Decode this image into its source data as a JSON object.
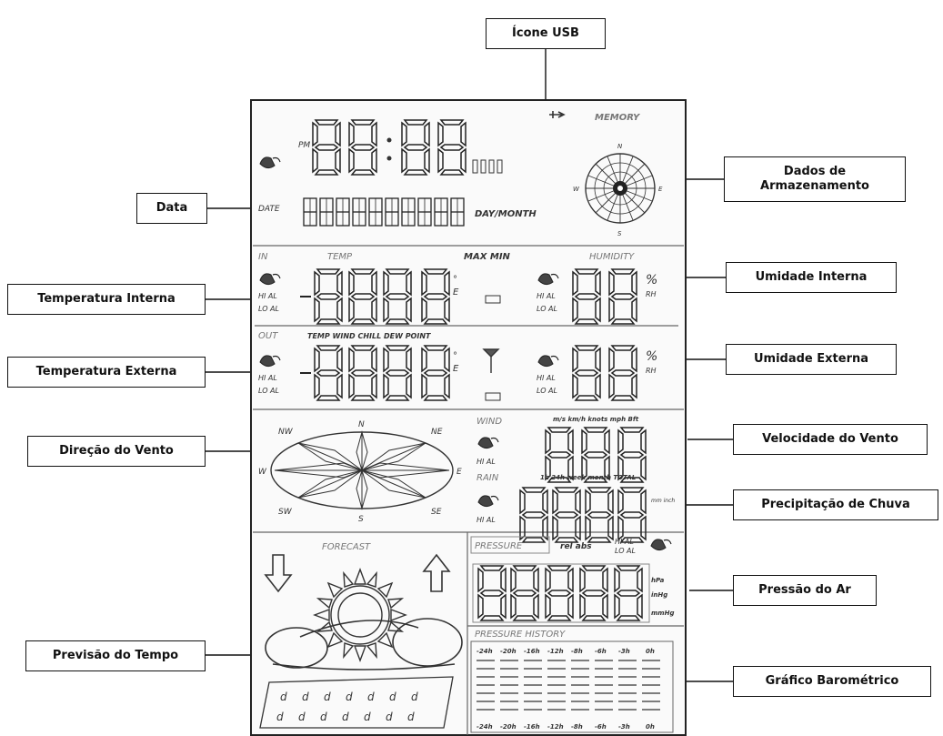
{
  "callouts": {
    "usb": "Ícone USB",
    "storage_line1": "Dados de",
    "storage_line2": "Armazenamento",
    "date": "Data",
    "indoor_humidity": "Umidade Interna",
    "indoor_temp": "Temperatura Interna",
    "outdoor_humidity": "Umidade Externa",
    "outdoor_temp": "Temperatura Externa",
    "wind_speed": "Velocidade do Vento",
    "wind_direction": "Direção do Vento",
    "rain": "Precipitação de Chuva",
    "pressure": "Pressão do Ar",
    "forecast": "Previsão do Tempo",
    "baro_graph": "Gráfico Barométrico"
  },
  "lcd": {
    "memory": "MEMORY",
    "pm": "PM",
    "date": "DATE",
    "day_month": "DAY/MONTH",
    "in": "IN",
    "temp": "TEMP",
    "max_min": "MAX MIN",
    "humidity": "HUMIDITY",
    "hi_al": "HI AL",
    "lo_al": "LO AL",
    "out": "OUT",
    "out_modes": "TEMP WIND CHILL DEW POINT",
    "rh": "RH",
    "wind": "WIND",
    "wind_units": "m/s km/h knots mph Bft",
    "rain": "RAIN",
    "rain_units": "1h 24h week month TOTAL",
    "mm_inch": "mm inch",
    "forecast": "FORECAST",
    "pressure": "PRESSURE",
    "rel_abs": "rel abs",
    "pressure_units": [
      "hPa",
      "inHg",
      "mmHg"
    ],
    "pressure_history": "PRESSURE HISTORY",
    "history_top": [
      "-24h",
      "-20h",
      "-16h",
      "-12h",
      "-8h",
      "-6h",
      "-3h",
      "0h"
    ],
    "history_bottom": [
      "-24h",
      "-20h",
      "-16h",
      "-12h",
      "-8h",
      "-6h",
      "-3h",
      "0h"
    ],
    "compass": [
      "N",
      "NE",
      "E",
      "SE",
      "S",
      "SW",
      "W",
      "NW"
    ],
    "storage_compass": [
      "N",
      "E",
      "S",
      "W"
    ]
  }
}
